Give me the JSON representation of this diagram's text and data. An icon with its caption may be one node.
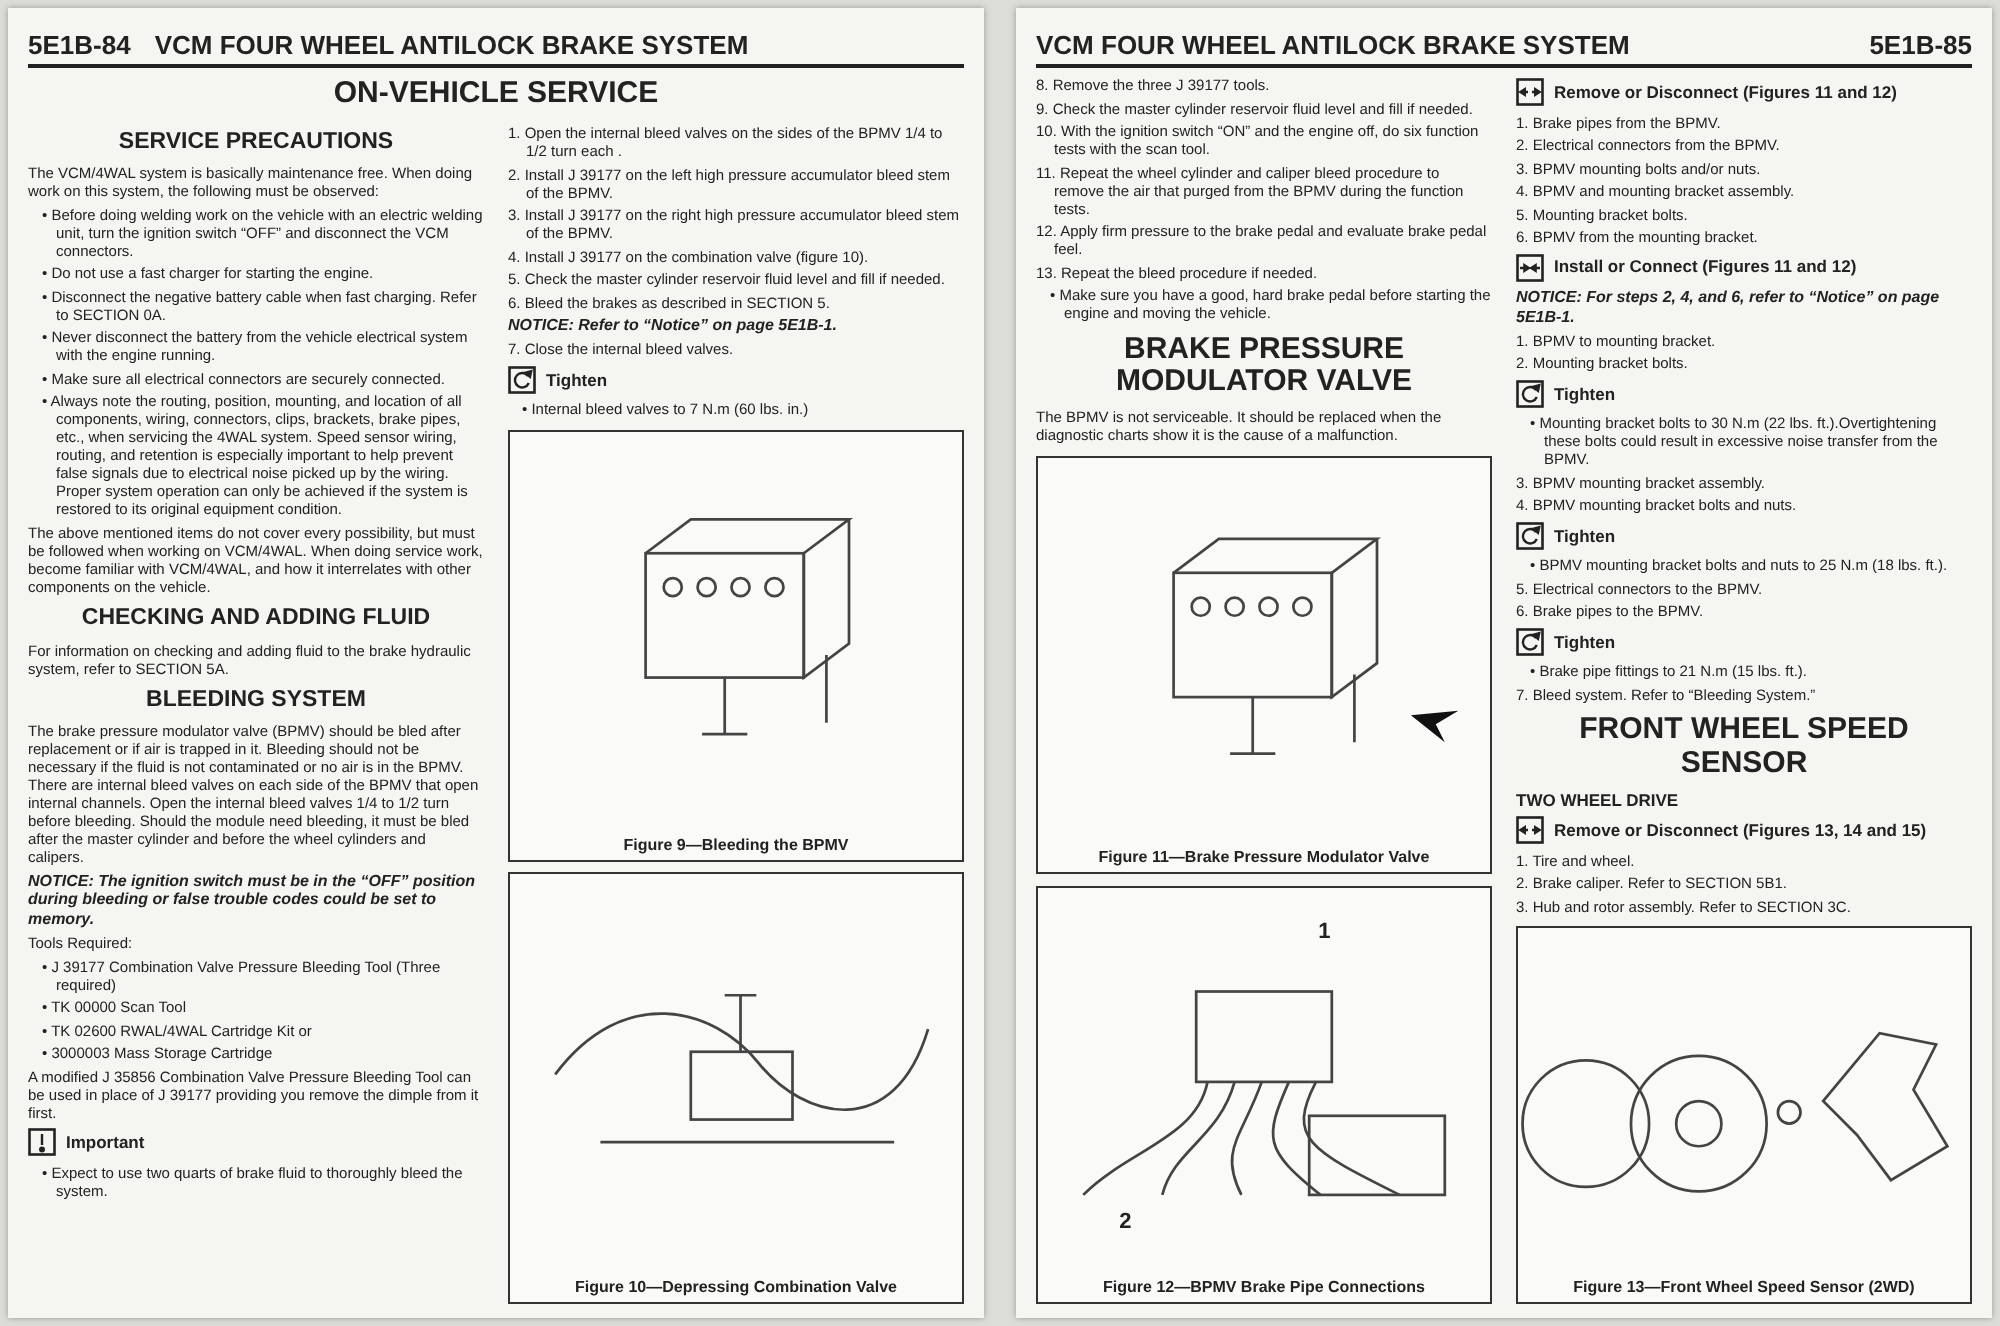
{
  "diagram": {
    "nodes": [
      {
        "text": [
          "Figure 9—Bleeding the BPMV"
        ]
      },
      {
        "text": [
          "Figure 10—Depressing Combination Valve"
        ]
      },
      {
        "text": [
          "Figure 11—Brake Pressure Modulator Valve"
        ]
      },
      {
        "text": [
          "Figure 12—BPMV Brake Pipe Connections"
        ]
      },
      {
        "text": [
          "Figure 13—Front Wheel Speed Sensor (2WD)"
        ]
      }
    ],
    "labels": [
      "5E1B-84",
      "VCM FOUR WHEEL ANTILOCK BRAKE SYSTEM",
      "ON-VEHICLE SERVICE",
      "SERVICE PRECAUTIONS",
      "The VCM/4WAL system is basically maintenance free. When doing work on this system, the following must be observed:",
      "• Before doing welding work on the vehicle with an electric welding unit, turn the ignition switch “OFF” and disconnect the VCM connectors.",
      "• Do not use a fast charger for starting the engine.",
      "• Disconnect the negative battery cable when fast charging. Refer to SECTION 0A.",
      "• Never disconnect the battery from the vehicle electrical system with the engine running.",
      "• Make sure all electrical connectors are securely connected.",
      "• Always note the routing, position, mounting, and location of all components, wiring, connectors, clips, brackets, brake pipes, etc., when servicing the 4WAL system. Speed sensor wiring, routing, and retention is especially important to help prevent false signals due to electrical noise picked up by the wiring. Proper system operation can only be achieved if the system is restored to its original equipment condition.",
      "The above mentioned items do not cover every possibility, but must be followed when working on VCM/4WAL. When doing service work, become familiar with VCM/4WAL, and how it interrelates with other components on the vehicle.",
      "CHECKING AND ADDING FLUID",
      "For information on checking and adding fluid to the brake hydraulic system, refer to SECTION 5A.",
      "BLEEDING SYSTEM",
      "The brake pressure modulator valve (BPMV) should be bled after replacement or if air is trapped in it. Bleeding should not be necessary if the fluid is not contaminated or no air is in the BPMV. There are internal bleed valves on each side of the BPMV that open internal channels. Open the internal bleed valves 1/4 to 1/2 turn before bleeding. Should the module need bleeding, it must be bled after the master cylinder and before the wheel cylinders and calipers.",
      "NOTICE: The ignition switch must be in the “OFF” position during bleeding or false trouble codes could be set to memory.",
      "Tools Required:",
      "• J 39177 Combination Valve Pressure Bleeding Tool (Three required)",
      "• TK 00000 Scan Tool",
      "• TK 02600 RWAL/4WAL Cartridge Kit or",
      "• 3000003 Mass Storage Cartridge",
      "A modified J 35856 Combination Valve Pressure Bleeding Tool can be used in place of J 39177 providing you remove the dimple from it first.",
      "Important",
      "• Expect to use two quarts of brake fluid to thoroughly bleed the system.",
      "1. Open the internal bleed valves on the sides of the BPMV 1/4 to 1/2 turn each .",
      "2. Install J 39177 on the left high pressure accumulator bleed stem of the BPMV.",
      "3. Install J 39177 on the right high pressure accumulator bleed stem of the BPMV.",
      "4. Install J 39177 on the combination valve (figure 10).",
      "5. Check the master cylinder reservoir fluid level and fill if needed.",
      "6. Bleed the brakes as described in SECTION 5.",
      "NOTICE: Refer to “Notice” on page 5E1B-1.",
      "7. Close the internal bleed valves.",
      "Tighten",
      "• Internal bleed valves to 7 N.m (60 lbs. in.)",
      "VCM FOUR WHEEL ANTILOCK BRAKE SYSTEM",
      "5E1B-85",
      "8. Remove the three J 39177 tools.",
      "9. Check the master cylinder reservoir fluid level and fill if needed.",
      "10. With the ignition switch “ON” and the engine off, do six function tests with the scan tool.",
      "11. Repeat the wheel cylinder and caliper bleed procedure to remove the air that purged from the BPMV during the function tests.",
      "12. Apply firm pressure to the brake pedal and evaluate brake pedal feel.",
      "13. Repeat the bleed procedure if needed.",
      "• Make sure you have a good, hard brake pedal before starting the engine and moving the vehicle.",
      "BRAKE PRESSURE MODULATOR VALVE",
      "The BPMV is not serviceable. It should be replaced when the diagnostic charts show it is the cause of a malfunction.",
      "1",
      "2",
      "Remove or Disconnect (Figures 11 and 12)",
      "1. Brake pipes from the BPMV.",
      "2. Electrical connectors from the BPMV.",
      "3. BPMV mounting bolts and/or nuts.",
      "4. BPMV and mounting bracket assembly.",
      "5. Mounting bracket bolts.",
      "6. BPMV from the mounting bracket.",
      "Install or Connect (Figures 11 and 12)",
      "NOTICE: For steps 2, 4, and 6, refer to “Notice” on page 5E1B-1.",
      "1. BPMV to mounting bracket.",
      "2. Mounting bracket bolts.",
      "Tighten",
      "• Mounting bracket bolts to 30 N.m (22 lbs. ft.).Overtightening these bolts could result in excessive noise transfer from the BPMV.",
      "3. BPMV mounting bracket assembly.",
      "4. BPMV mounting bracket bolts and nuts.",
      "Tighten",
      "• BPMV mounting bracket bolts and nuts to 25 N.m (18 lbs. ft.).",
      "5. Electrical connectors to the BPMV.",
      "6. Brake pipes to the BPMV.",
      "Tighten",
      "• Brake pipe fittings to 21 N.m (15 lbs. ft.).",
      "7. Bleed system. Refer to “Bleeding System.”",
      "FRONT WHEEL SPEED SENSOR",
      "TWO WHEEL DRIVE",
      "Remove or Disconnect (Figures 13, 14 and 15)",
      "1. Tire and wheel.",
      "2. Brake caliper. Refer to SECTION 5B1.",
      "3. Hub and rotor assembly. Refer to SECTION 3C."
    ]
  }
}
